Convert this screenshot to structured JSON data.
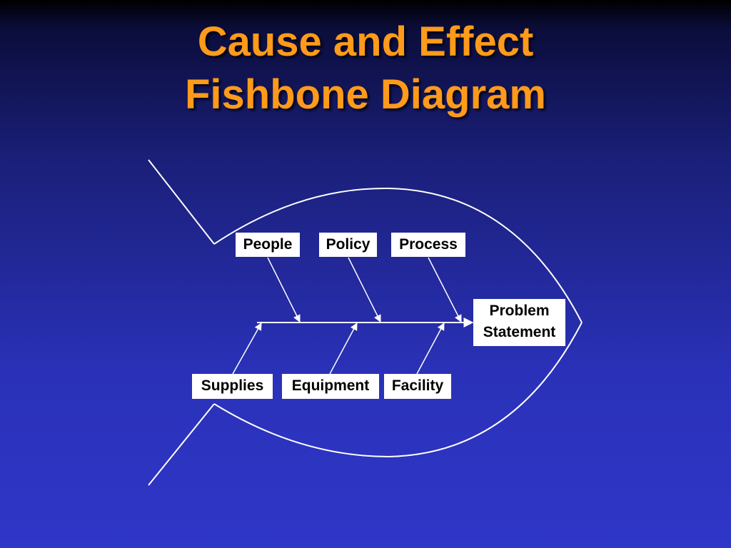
{
  "title": {
    "line1": "Cause and Effect",
    "line2": "Fishbone Diagram"
  },
  "diagram": {
    "effect": {
      "line1": "Problem",
      "line2": "Statement"
    },
    "causes_top": [
      "People",
      "Policy",
      "Process"
    ],
    "causes_bottom": [
      "Supplies",
      "Equipment",
      "Facility"
    ],
    "colors": {
      "title": "#ff9a1a",
      "lines": "#ffffff",
      "box_bg": "#ffffff",
      "box_text": "#000000",
      "background": "#2f36c8"
    }
  }
}
